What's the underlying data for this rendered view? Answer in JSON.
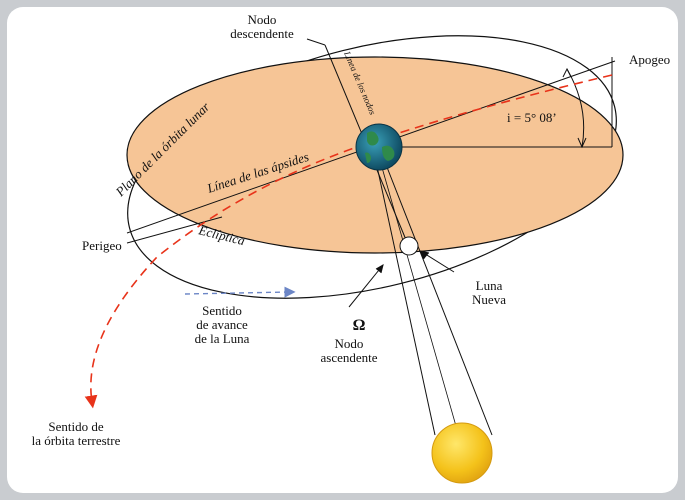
{
  "colors": {
    "orbit_plane": "#f6c596",
    "ecliptic_line": "#111111",
    "direction_arrow": "#e8331a",
    "moon_arrow": "#6c86c6",
    "sun": "#f4c21a",
    "earth": "#1b6d8a",
    "background": "#c9ccd0"
  },
  "labels": {
    "nodo_descendente_1": "Nodo",
    "nodo_descendente_2": "descendente",
    "linea_nodos": "Línea de los nodos",
    "plano_orbita": "Plano de la órbita lunar",
    "linea_apsides": "Línea de las ápsides",
    "apogeo": "Apogeo",
    "inclinacion": "i = 5° 08’",
    "perigeo": "Perigeo",
    "ecliptica": "Eclíptica",
    "luna_nueva_1": "Luna",
    "luna_nueva_2": "Nueva",
    "sentido_avance_1": "Sentido",
    "sentido_avance_2": "de avance",
    "sentido_avance_3": "de la Luna",
    "omega": "Ω",
    "nodo_ascendente_1": "Nodo",
    "nodo_ascendente_2": "ascendente",
    "sentido_orbita_1": "Sentido de",
    "sentido_orbita_2": "la órbita terrestre"
  }
}
